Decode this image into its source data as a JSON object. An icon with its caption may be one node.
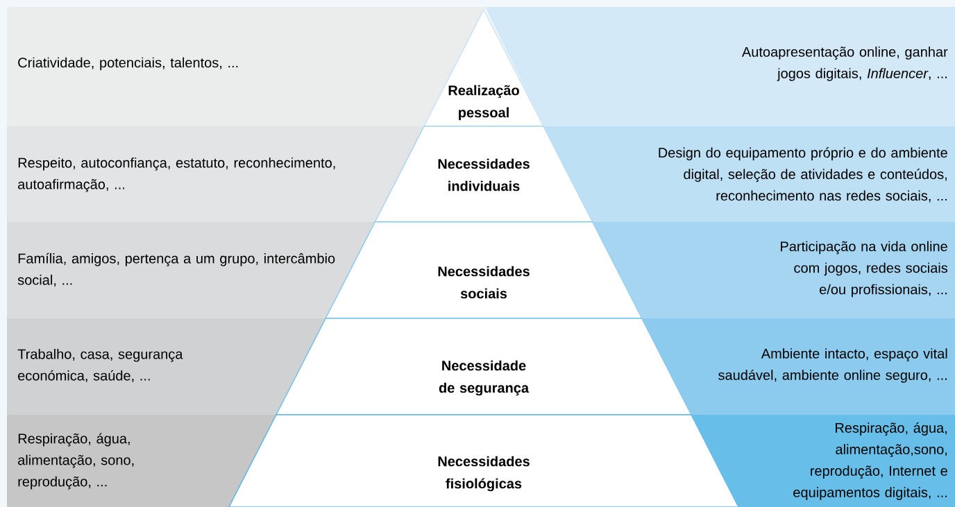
{
  "diagram": {
    "nodes": [
      {
        "text": [
          "Criatividade, potenciais, talentos, ..."
        ]
      },
      {
        "text": [
          "Realização pessoal"
        ]
      },
      {
        "text": [
          "Autoapresentação online, ganhar jogos digitais, *Influencer*, ..."
        ]
      },
      {
        "text": [
          "Respeito, autoconfiança, estatuto, reconhecimento, autoafirmação, ..."
        ]
      },
      {
        "text": [
          "Necessidades individuais"
        ]
      },
      {
        "text": [
          "Design do equipamento próprio e do ambiente digital, seleção de atividades e conteúdos, reconhecimento nas redes sociais, ..."
        ]
      },
      {
        "text": [
          "Família, amigos, pertença a um grupo, intercâmbio social, ..."
        ]
      },
      {
        "text": [
          "Necessidades sociais"
        ]
      },
      {
        "text": [
          "Participação na vida online com jogos, redes sociais e/ou profissionais, ..."
        ]
      },
      {
        "text": [
          "Trabalho, casa, segurança económica, saúde, ..."
        ]
      },
      {
        "text": [
          "Necessidade de segurança"
        ]
      },
      {
        "text": [
          "Ambiente intacto, espaço vital saudável, ambiente online seguro, ..."
        ]
      },
      {
        "text": [
          "Respiração, água, alimentação, sono, reprodução, ..."
        ]
      },
      {
        "text": [
          "Necessidades fisiológicas"
        ]
      },
      {
        "text": [
          "Respiração, água, alimentação,sono, reprodução, Internet e equipamentos digitais, ..."
        ]
      }
    ]
  }
}
